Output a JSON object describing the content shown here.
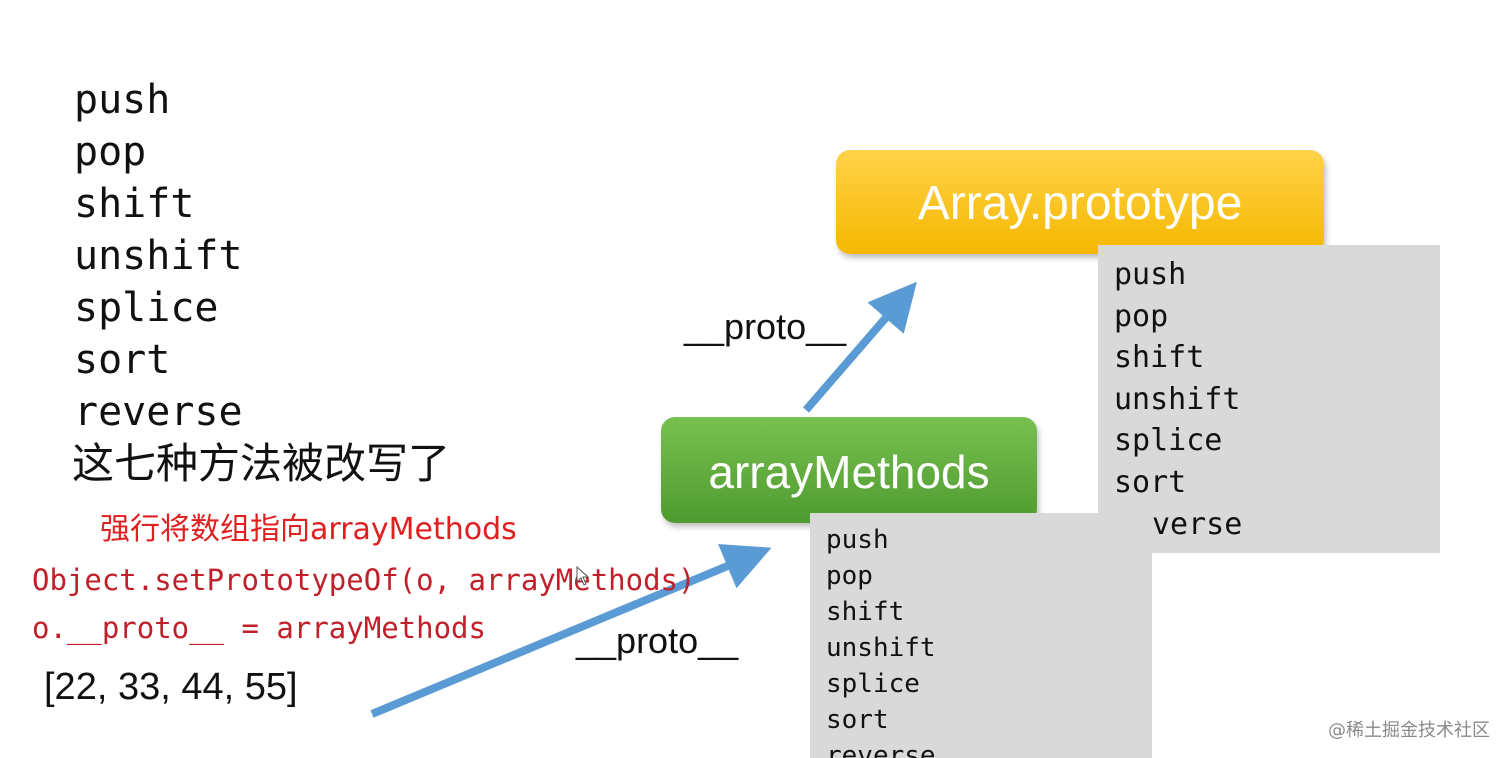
{
  "left_list": [
    "push",
    "pop",
    "shift",
    "unshift",
    "splice",
    "sort",
    "reverse"
  ],
  "caption": "这七种方法被改写了",
  "note": "强行将数组指向arrayMethods",
  "code": {
    "line1": "Object.setPrototypeOf(o, arrayMethods)",
    "line2": "o.__proto__ = arrayMethods"
  },
  "array_literal": "[22, 33, 44, 55]",
  "proto_box": {
    "label": "Array.prototype",
    "color": "#f5b800"
  },
  "methods_box": {
    "label": "arrayMethods",
    "color": "#5ea83a"
  },
  "proto_panel_items": [
    "push",
    "pop",
    "shift",
    "unshift",
    "splice",
    "sort",
    "verse"
  ],
  "methods_panel_items": [
    "push",
    "pop",
    "shift",
    "unshift",
    "splice",
    "sort",
    "reverse"
  ],
  "edge_labels": {
    "upper": "__proto__",
    "lower": "__proto__"
  },
  "arrow_color": "#5b9bd5",
  "watermark": "@稀土掘金技术社区"
}
